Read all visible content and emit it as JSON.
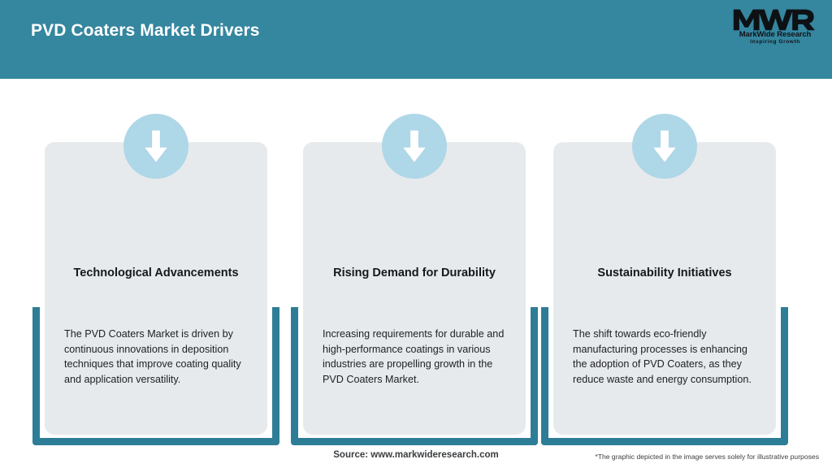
{
  "header": {
    "title": "PVD Coaters Market Drivers",
    "background_color": "#35869f",
    "title_color": "#ffffff"
  },
  "logo": {
    "mark": "MWR",
    "name": "MarkWide Research",
    "tagline": "Inspiring Growth"
  },
  "theme": {
    "teal": "#2e7d97",
    "card_bg": "#e7eaec",
    "icon_circle": "#aed7e7",
    "arrow": "#ffffff"
  },
  "cards": [
    {
      "icon": "arrow-down-icon",
      "title": "Technological Advancements",
      "body": "The PVD Coaters Market is driven by continuous innovations in deposition techniques that improve coating quality and application versatility."
    },
    {
      "icon": "arrow-down-icon",
      "title": "Rising Demand for Durability",
      "body": "Increasing requirements for durable and high-performance coatings in various industries are propelling growth in the PVD Coaters Market."
    },
    {
      "icon": "arrow-down-icon",
      "title": "Sustainability Initiatives",
      "body": "The shift towards eco-friendly manufacturing processes is enhancing the adoption of PVD Coaters, as they reduce waste and energy consumption."
    }
  ],
  "footer": {
    "source": "Source: www.markwideresearch.com",
    "disclaimer": "*The graphic depicted in the image serves solely for illustrative purposes"
  }
}
